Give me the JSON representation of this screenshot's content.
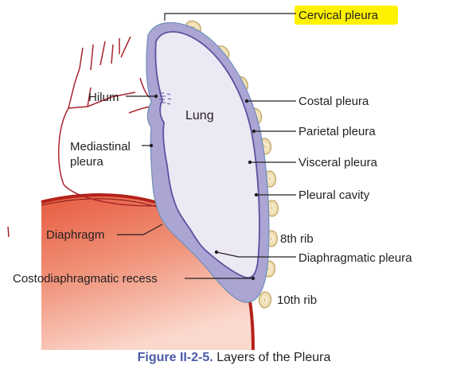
{
  "labels": {
    "cervical_pleura": "Cervical pleura",
    "costal_pleura": "Costal pleura",
    "parietal_pleura": "Parietal pleura",
    "visceral_pleura": "Visceral pleura",
    "pleural_cavity": "Pleural cavity",
    "rib_8": "8th rib",
    "diaphragmatic_pleura": "Diaphragmatic pleura",
    "rib_10": "10th rib",
    "hilum": "Hilum",
    "lung": "Lung",
    "mediastinal_pleura_line1": "Mediastinal",
    "mediastinal_pleura_line2": "pleura",
    "diaphragm": "Diaphragm",
    "costodiaphragmatic_recess": "Costodiaphragmatic recess"
  },
  "caption": {
    "number": "Figure II-2-5.",
    "title": "Layers of the Pleura"
  },
  "colors": {
    "highlight": "#fff200",
    "parietal_layer": "#aaa5d3",
    "visceral_outline": "#6e63ab",
    "lung_fill": "#ece9f5",
    "diaphragm_fill": "#e9785e",
    "diaphragm_edge": "#c0281d",
    "mediastinum_outline": "#a8242c",
    "rib_fill": "#f3e6c2",
    "rib_outline": "#bfa466"
  }
}
